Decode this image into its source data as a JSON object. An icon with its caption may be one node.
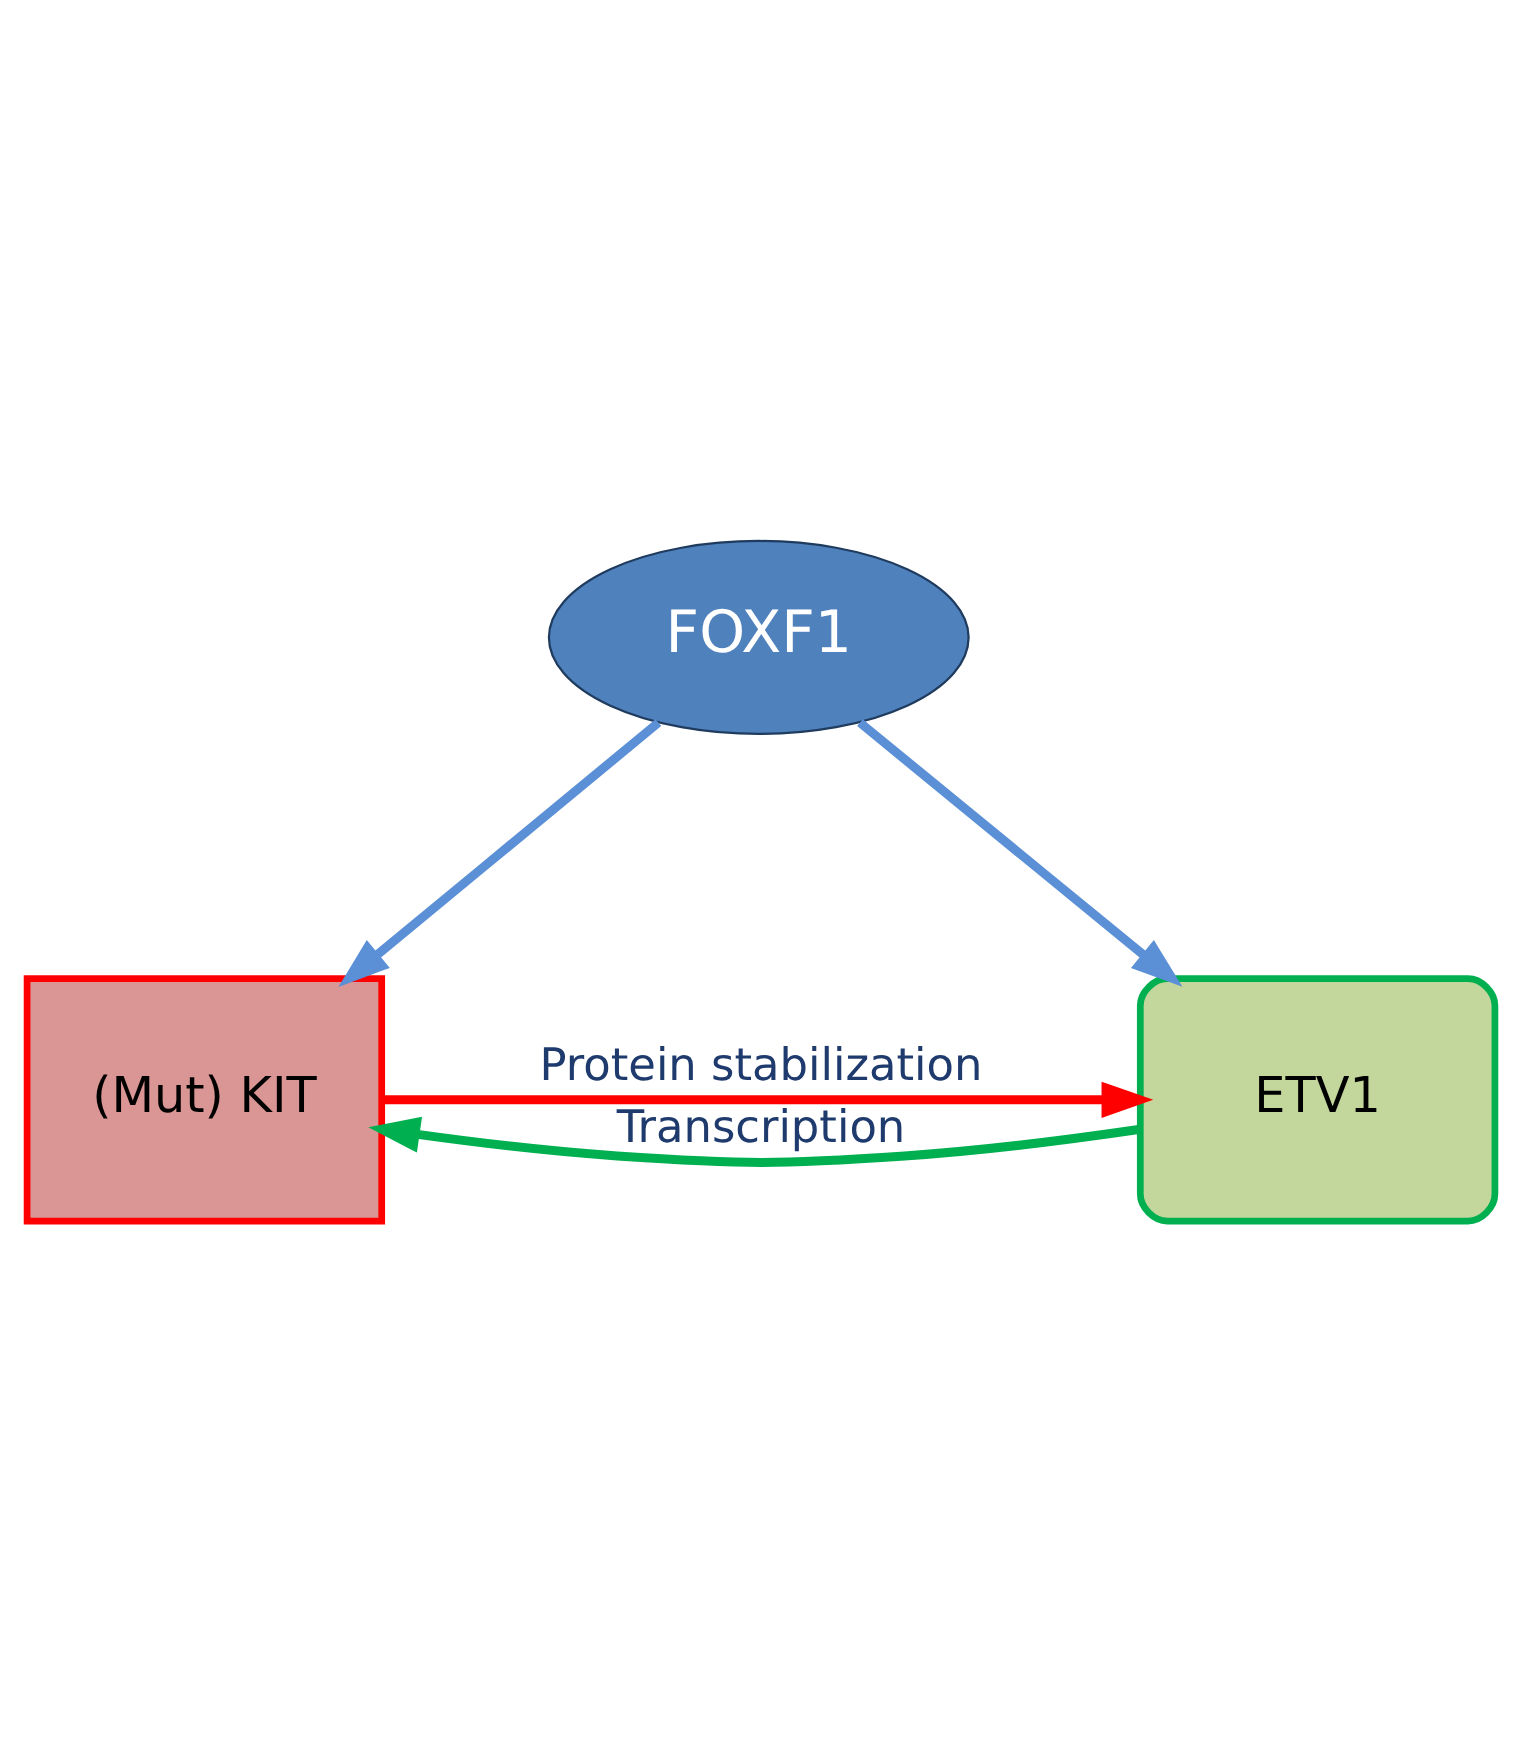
{
  "diagram": {
    "nodes": [
      {
        "text": [
          "FOXF1"
        ]
      },
      {
        "text": [
          "(Mut) KIT"
        ]
      },
      {
        "text": [
          "ETV1"
        ]
      }
    ],
    "edges": [
      {
        "from": 0,
        "to": 1,
        "arrow": "to"
      },
      {
        "from": 0,
        "to": 2,
        "arrow": "to"
      },
      {
        "from": 2,
        "to": 1,
        "arrow": "to",
        "label": "Transcription",
        "color": "#00b050"
      },
      {
        "from": 1,
        "to": 2,
        "arrow": "to",
        "label": "Protein stabilization",
        "color": "#ff0000"
      }
    ]
  }
}
